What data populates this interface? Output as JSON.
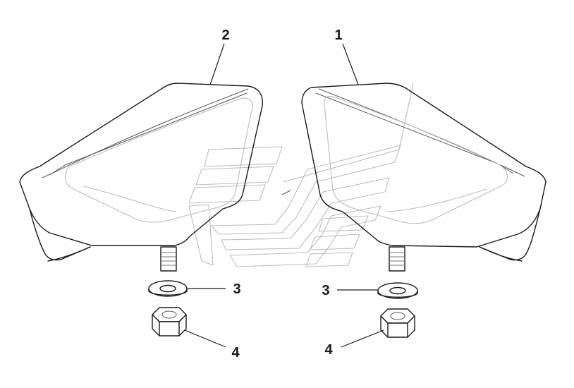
{
  "callouts": {
    "cover_right": "1",
    "cover_left": "2",
    "washer_left": "3",
    "washer_right": "3",
    "nut_left": "4",
    "nut_right": "4"
  },
  "colors": {
    "line": "#1a1a1a",
    "faint_line": "#bdbdbd",
    "background": "#ffffff"
  }
}
